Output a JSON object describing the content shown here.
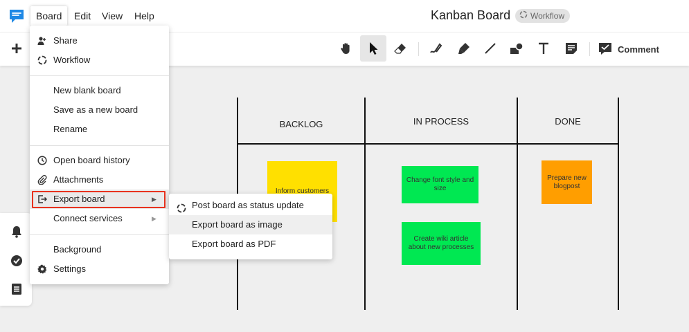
{
  "menubar": {
    "menus": [
      "Board",
      "Edit",
      "View",
      "Help"
    ],
    "title": "Kanban Board",
    "badge": "Workflow"
  },
  "toolbar": {
    "add_icon": "plus-icon",
    "tools": [
      "hand-icon",
      "pointer-icon",
      "eraser-icon",
      "pen-icon",
      "highlighter-icon",
      "line-icon",
      "shapes-icon",
      "text-icon",
      "sticky-note-icon"
    ],
    "active_tool": "pointer-icon",
    "comment_label": "Comment"
  },
  "board_menu": {
    "items": [
      {
        "label": "Share",
        "icon": "share-user-icon"
      },
      {
        "label": "Workflow",
        "icon": "workflow-icon"
      },
      {
        "label": "New blank board"
      },
      {
        "label": "Save as a new board"
      },
      {
        "label": "Rename"
      },
      {
        "label": "Open board history",
        "icon": "clock-icon"
      },
      {
        "label": "Attachments",
        "icon": "paperclip-icon"
      },
      {
        "label": "Export board",
        "icon": "export-icon",
        "submenu": true
      },
      {
        "label": "Connect services",
        "submenu": true
      },
      {
        "label": "Background"
      },
      {
        "label": "Settings",
        "icon": "gear-icon"
      }
    ]
  },
  "export_submenu": {
    "items": [
      {
        "label": "Post board as status update",
        "icon": "workflow-icon"
      },
      {
        "label": "Export board as image"
      },
      {
        "label": "Export board as PDF"
      }
    ]
  },
  "kanban": {
    "columns": [
      "BACKLOG",
      "IN PROCESS",
      "DONE"
    ],
    "stickies": [
      {
        "text": "Inform customers",
        "color": "#ffe000"
      },
      {
        "text": "Change font style and size",
        "color": "#00e852"
      },
      {
        "text": "Create wiki article about new processes",
        "color": "#00e852"
      },
      {
        "text": "Prepare new blogpost",
        "color": "#ff9e00"
      }
    ]
  },
  "sidebar": {
    "icons": [
      "bell-icon",
      "check-circle-icon",
      "list-icon"
    ]
  },
  "colors": {
    "accent": "#1e88e5",
    "highlight_border": "#e8321e"
  }
}
